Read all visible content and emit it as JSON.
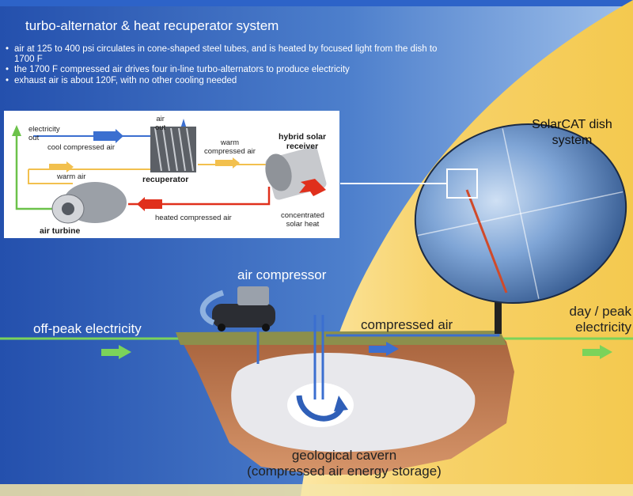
{
  "header": {
    "title": "turbo-alternator & heat recuperator system",
    "bullets": [
      "air at 125 to 400 psi circulates in cone-shaped steel tubes, and is heated by focused light from the dish to 1700 F",
      "the 1700 F compressed air drives four in-line turbo-alternators to produce electricity",
      "exhaust air is about 120F, with no other cooling needed"
    ]
  },
  "inset": {
    "electricity_out": [
      "electricity",
      "out"
    ],
    "air_out": [
      "air",
      "out"
    ],
    "cool_compressed_air": "cool compressed air",
    "warm_compressed_air": [
      "warm",
      "compressed air"
    ],
    "hybrid_solar_receiver": [
      "hybrid solar",
      "receiver"
    ],
    "warm_air": "warm air",
    "recuperator": "recuperator",
    "heated_compressed_air": "heated compressed air",
    "concentrated_solar_heat": [
      "concentrated",
      "solar heat"
    ],
    "air_turbine": "air turbine"
  },
  "main": {
    "dish_label": [
      "SolarCAT dish",
      "system"
    ],
    "air_compressor": "air compressor",
    "off_peak_electricity": "off-peak electricity",
    "compressed_air": "compressed air",
    "day_peak_electricity": [
      "day / peak",
      "electricity"
    ],
    "cavern_label": [
      "geological cavern",
      "(compressed air energy storage)"
    ]
  },
  "colors": {
    "background_blue": "#2b56b0",
    "sun_yellow": "#f4cd62",
    "electricity_green": "#7bd35a",
    "air_pipe_blue": "#3b6fd0",
    "heated_red": "#e0301c",
    "warm_yellow": "#f2c04e",
    "ground_brown": "#b8754a"
  },
  "icons": [
    "electricity-out-arrow-icon",
    "air-out-arrow-icon",
    "turbine-icon",
    "recuperator-icon",
    "solar-receiver-icon",
    "compressor-icon",
    "dish-icon",
    "cavern-circulation-icon"
  ]
}
